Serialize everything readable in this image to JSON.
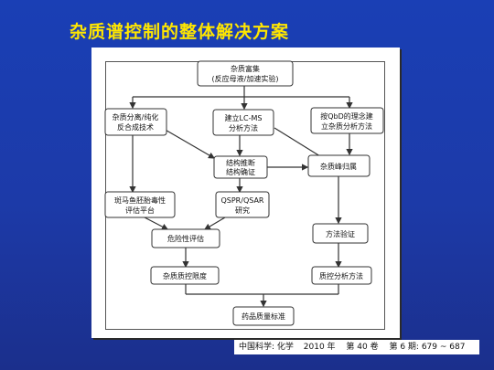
{
  "slide": {
    "title": "杂质谱控制的整体解决方案"
  },
  "diagram": {
    "nodes": [
      {
        "id": "enrich",
        "lines": [
          "杂质富集",
          "(反应母液/加速实验)"
        ]
      },
      {
        "id": "separation",
        "lines": [
          "杂质分离/纯化",
          "反合成技术"
        ]
      },
      {
        "id": "lcms",
        "lines": [
          "建立LC-MS",
          "分析方法"
        ]
      },
      {
        "id": "qbd",
        "lines": [
          "按QbD的理念建",
          "立杂质分析方法"
        ]
      },
      {
        "id": "structure",
        "lines": [
          "结构推断",
          "结构确证"
        ]
      },
      {
        "id": "attribution",
        "lines": [
          "杂质峰归属"
        ]
      },
      {
        "id": "zebrafish",
        "lines": [
          "斑马鱼胚胎毒性",
          "评估平台"
        ]
      },
      {
        "id": "qspr",
        "lines": [
          "QSPR/QSAR",
          "研究"
        ]
      },
      {
        "id": "risk",
        "lines": [
          "危险性评估"
        ]
      },
      {
        "id": "validation",
        "lines": [
          "方法验证"
        ]
      },
      {
        "id": "limit",
        "lines": [
          "杂质质控限度"
        ]
      },
      {
        "id": "qc_method",
        "lines": [
          "质控分析方法"
        ]
      },
      {
        "id": "standard",
        "lines": [
          "药品质量标准"
        ]
      }
    ]
  },
  "citation": {
    "journal": "中国科学: 化学",
    "year": "2010 年",
    "volume": "第 40 卷",
    "issue": "第 6 期: 679 ~ 687"
  }
}
